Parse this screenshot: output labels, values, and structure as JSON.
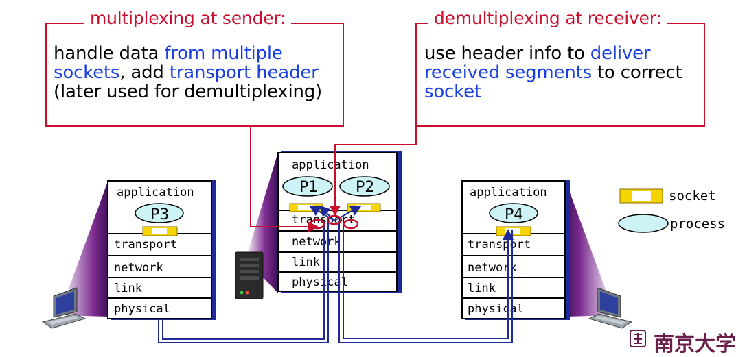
{
  "sender_callout": {
    "title": "multiplexing at sender:",
    "line1_plain": "handle data ",
    "line1_highlight": "from multiple",
    "line2_highlight1": "sockets",
    "line2_plain": ", add ",
    "line2_highlight2": "transport header",
    "line3_plain": "(later used for demultiplexing)"
  },
  "receiver_callout": {
    "title": "demultiplexing at receiver:",
    "line1_plain": "use header info to ",
    "line1_highlight": "deliver",
    "line2_highlight": "received segments",
    "line2_plain": " to correct",
    "line3_highlight": "socket"
  },
  "left_host": {
    "layers": [
      "application",
      "transport",
      "network",
      "link",
      "physical"
    ],
    "process": "P3"
  },
  "center_host": {
    "layers": [
      "application",
      "transport",
      "network",
      "link",
      "physical"
    ],
    "processes": [
      "P1",
      "P2"
    ]
  },
  "right_host": {
    "layers": [
      "application",
      "transport",
      "network",
      "link",
      "physical"
    ],
    "process": "P4"
  },
  "legend": {
    "socket_label": "socket",
    "process_label": "process"
  },
  "logo": {
    "text": "南京大学"
  },
  "colors": {
    "callout_border": "#c8102e",
    "highlight_text": "#1a3fe0",
    "link_line": "#1f2a9a",
    "socket_fill": "#f5d400",
    "process_fill": "#cdf3f7",
    "wedge_purple": "#5a1a78"
  }
}
